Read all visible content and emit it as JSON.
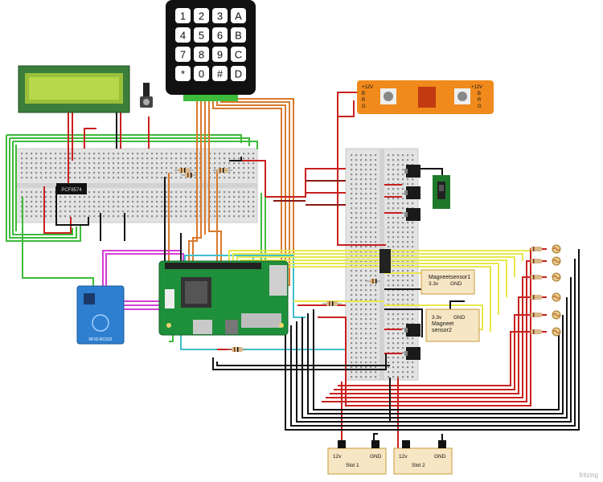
{
  "keypad": {
    "keys": [
      "1",
      "2",
      "3",
      "A",
      "4",
      "5",
      "6",
      "B",
      "7",
      "8",
      "9",
      "C",
      "*",
      "0",
      "#",
      "D"
    ]
  },
  "lcd": {
    "label": ""
  },
  "i2c_backpack": {
    "label": "PCF8574"
  },
  "led_strip": {
    "left_labels": [
      "+12V",
      "B",
      "R",
      "G"
    ],
    "right_labels": [
      "+12V",
      "B",
      "R",
      "G"
    ]
  },
  "rfid": {
    "label": "RFID-RC522"
  },
  "magnet_sensor_1": {
    "name": "Magneetsensor1",
    "pin_left": "3.3v",
    "pin_right": "GND"
  },
  "magnet_sensor_2": {
    "pin_left": "3.3v",
    "pin_right": "GND",
    "name_line1": "Magneet",
    "name_line2": "sensor2"
  },
  "slot_1": {
    "pin_left": "12v",
    "pin_right": "GND",
    "name": "Slot 1"
  },
  "slot_2": {
    "pin_left": "12v",
    "pin_right": "GND",
    "name": "Slot 2"
  },
  "watermark": "fritzing",
  "colors": {
    "red": "#c8201e",
    "black": "#111111",
    "green": "#3dbb3a",
    "orange": "#d97a2b",
    "magenta": "#d43fd4",
    "cyan": "#3fc0cc",
    "yellow": "#e8e84a",
    "darkred": "#8a1a12",
    "pcb_green": "#1e8f3a",
    "strip_orange": "#f08a1c"
  }
}
